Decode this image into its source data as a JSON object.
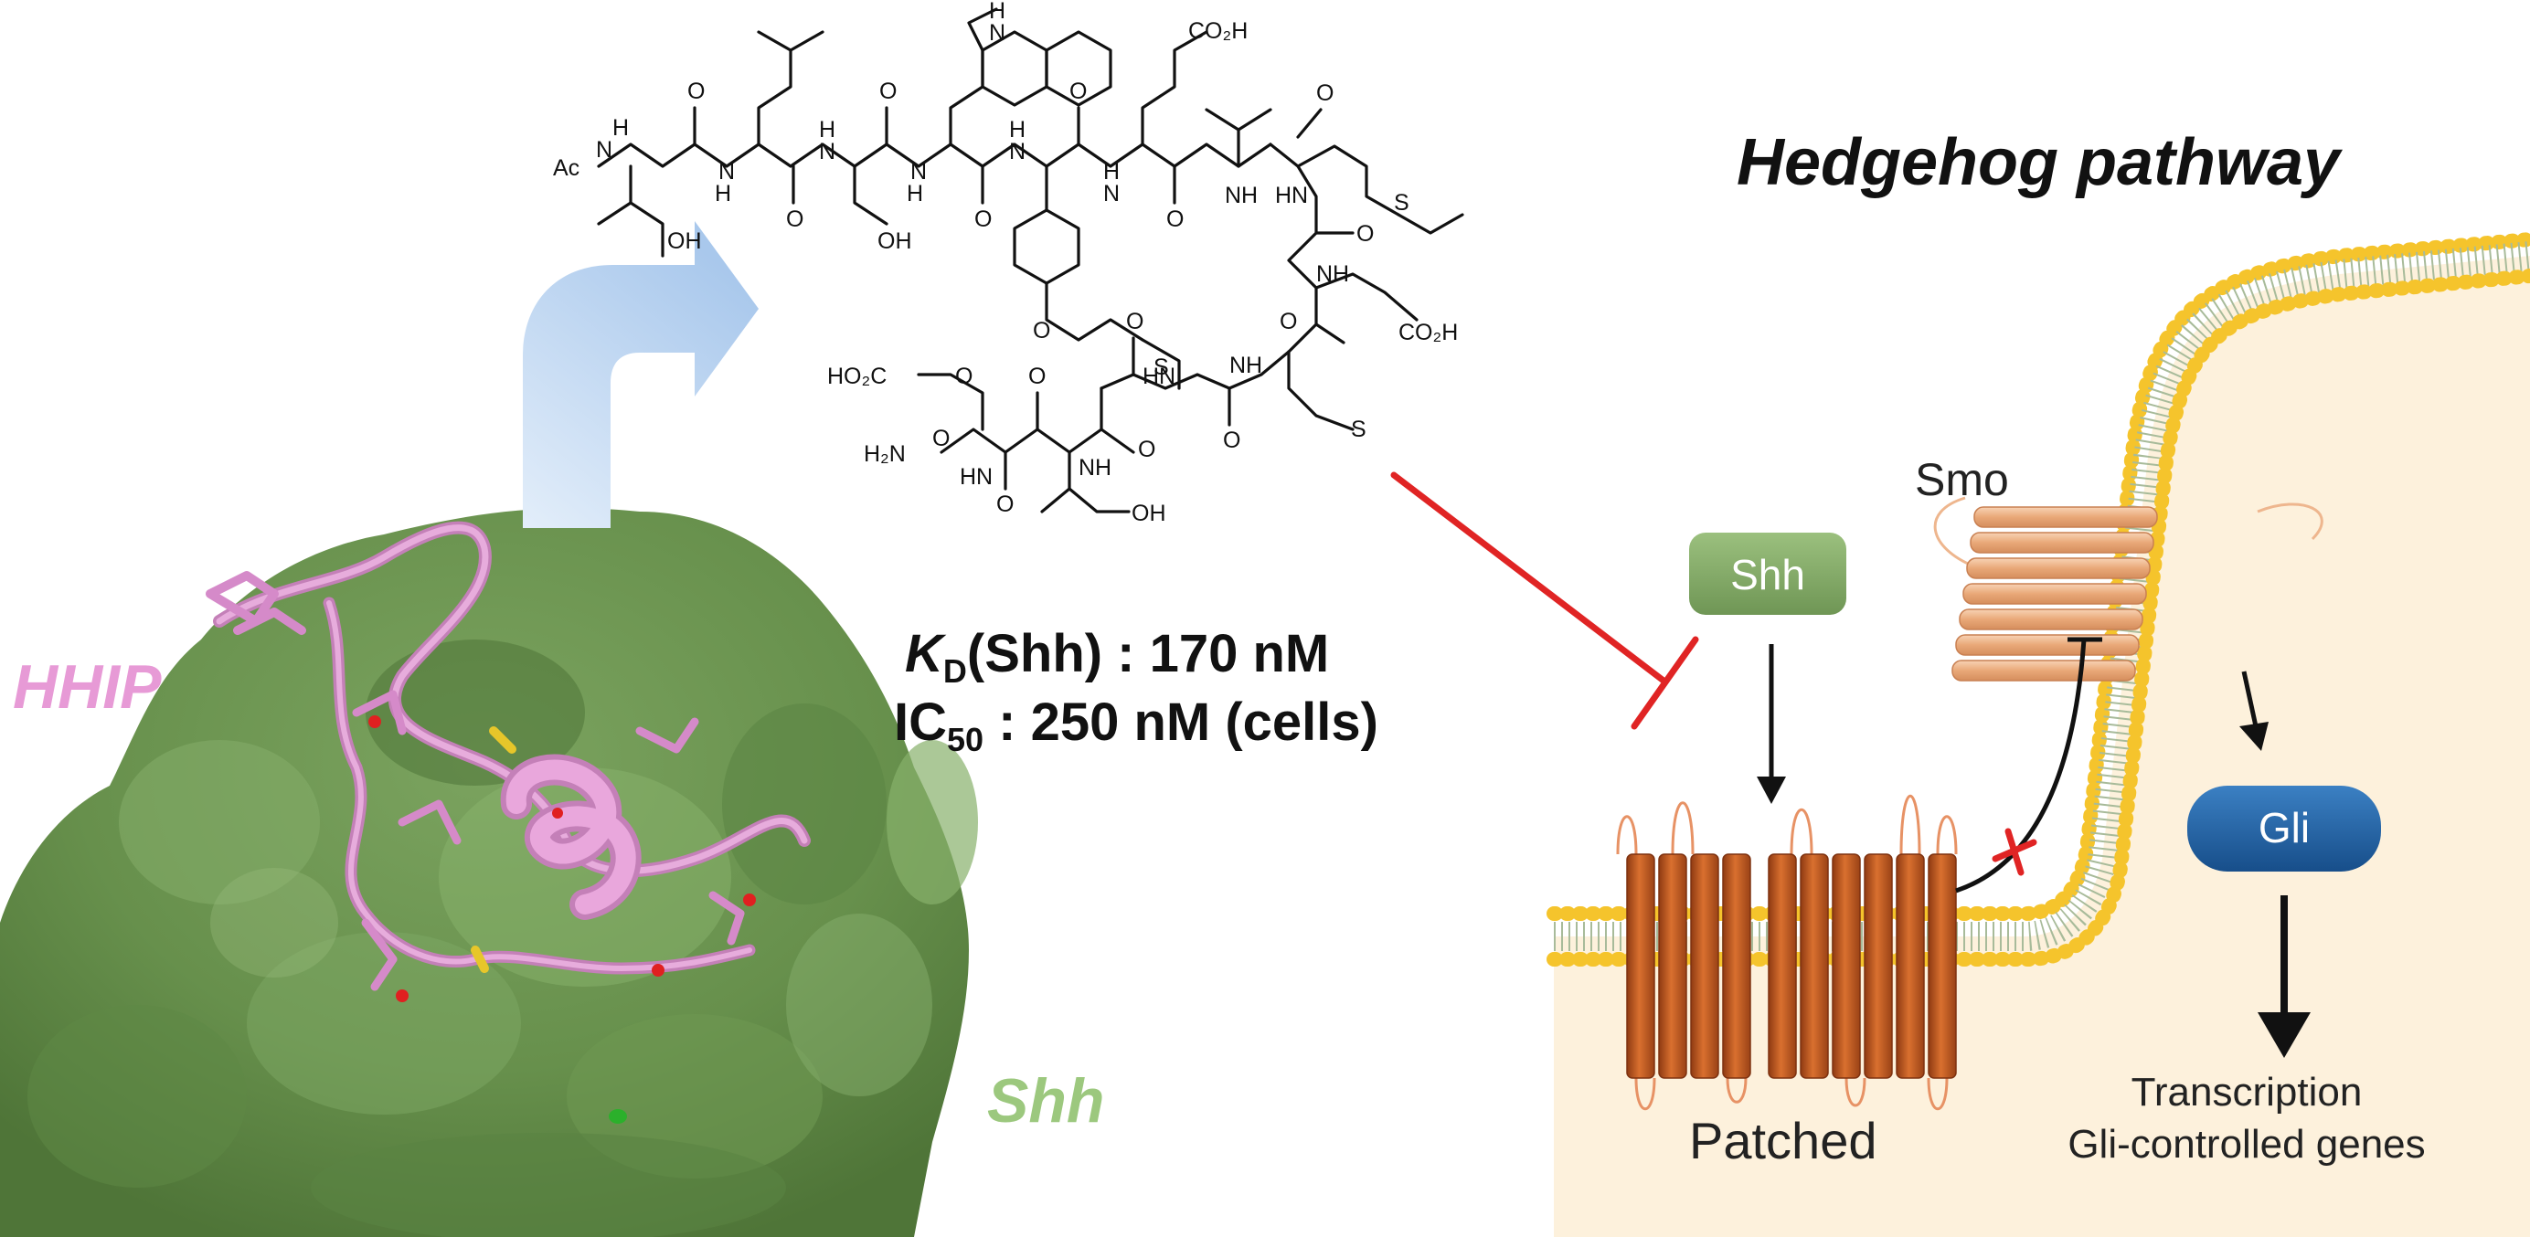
{
  "title": "Hedgehog pathway",
  "labels": {
    "hhip": "HHIP",
    "shh_protein": "Shh",
    "shh_ligand": "Shh",
    "smo": "Smo",
    "gli": "Gli",
    "patched": "Patched",
    "transcription_line1": "Transcription",
    "transcription_line2": "Gli-controlled genes"
  },
  "binding": {
    "kd_symbol": "K",
    "kd_subscript": "D",
    "kd_text": "(Shh) : 170 nM",
    "ic_symbol": "IC",
    "ic_subscript": "50",
    "ic_text": " : 250 nM (cells)"
  },
  "molecule_atoms": {
    "ac": "Ac",
    "h": "H",
    "n": "N",
    "o": "O",
    "s": "S",
    "oh": "OH",
    "nh": "NH",
    "hn": "HN",
    "co2h": "CO₂H",
    "ho2c": "HO₂C",
    "h2n": "H₂N"
  },
  "colors": {
    "protein_surface": "#6b9450",
    "peptide": "#d895cc",
    "hhip_label": "#e79ad6",
    "shh_label": "#9cc87e",
    "arrow": "#b9d3ee",
    "inhibition": "#e02424",
    "cytoplasm": "#fdf1dc",
    "membrane_head": "#f5c42c",
    "membrane_tail": "#b4c5a8",
    "patched": "#c45b25",
    "smo": "#eeb68e",
    "shh_box": "#86ac6a",
    "gli_box": "#1f62a5"
  }
}
